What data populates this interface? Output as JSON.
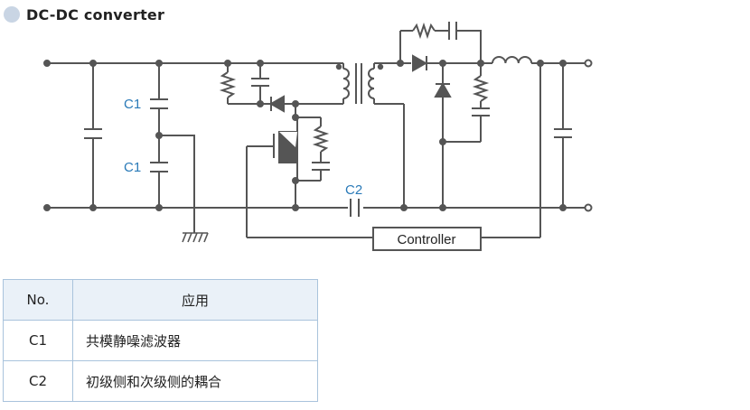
{
  "header": {
    "title": "DC-DC converter"
  },
  "diagram": {
    "labels": {
      "c1_top": "C1",
      "c1_bottom": "C1",
      "c2": "C2",
      "controller": "Controller"
    },
    "colors": {
      "line": "#555555",
      "label_blue": "#2a7ab8"
    }
  },
  "table": {
    "headers": [
      "No.",
      "应用"
    ],
    "rows": [
      {
        "no": "C1",
        "application": "共模静噪滤波器"
      },
      {
        "no": "C2",
        "application": "初级侧和次级侧的耦合"
      }
    ]
  }
}
